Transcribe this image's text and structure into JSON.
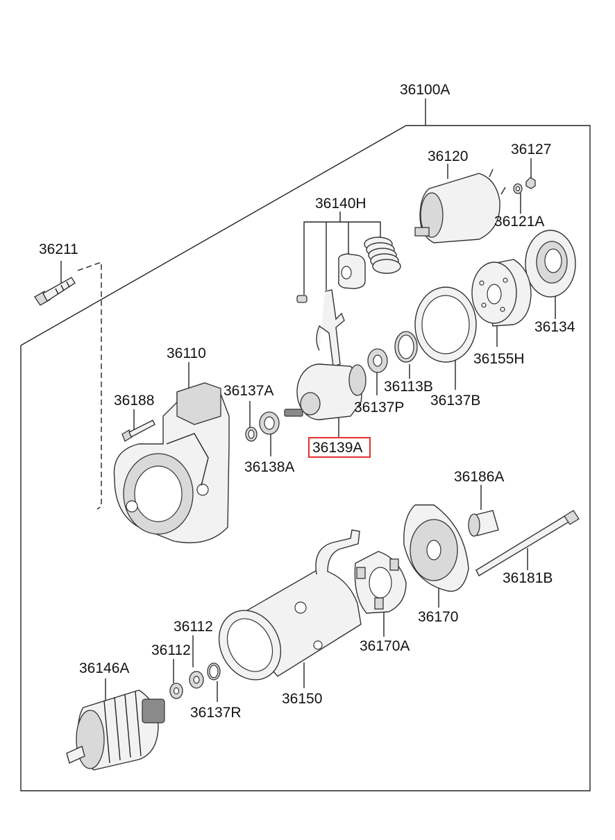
{
  "diagram": {
    "assembly_label": "36100A",
    "highlighted_part": "36139A",
    "highlight_color": "#e03030",
    "parts": [
      {
        "id": "p36100A",
        "label": "36100A"
      },
      {
        "id": "p36127",
        "label": "36127"
      },
      {
        "id": "p36120",
        "label": "36120"
      },
      {
        "id": "p36121A",
        "label": "36121A"
      },
      {
        "id": "p36140H",
        "label": "36140H"
      },
      {
        "id": "p36211",
        "label": "36211"
      },
      {
        "id": "p36134",
        "label": "36134"
      },
      {
        "id": "p36155H",
        "label": "36155H"
      },
      {
        "id": "p36110",
        "label": "36110"
      },
      {
        "id": "p36188",
        "label": "36188"
      },
      {
        "id": "p36137A",
        "label": "36137A"
      },
      {
        "id": "p36113B",
        "label": "36113B"
      },
      {
        "id": "p36137P",
        "label": "36137P"
      },
      {
        "id": "p36137B",
        "label": "36137B"
      },
      {
        "id": "p36139A",
        "label": "36139A"
      },
      {
        "id": "p36138A",
        "label": "36138A"
      },
      {
        "id": "p36186A",
        "label": "36186A"
      },
      {
        "id": "p36181B",
        "label": "36181B"
      },
      {
        "id": "p36170",
        "label": "36170"
      },
      {
        "id": "p36112a",
        "label": "36112"
      },
      {
        "id": "p36112b",
        "label": "36112"
      },
      {
        "id": "p36170A",
        "label": "36170A"
      },
      {
        "id": "p36146A",
        "label": "36146A"
      },
      {
        "id": "p36150",
        "label": "36150"
      },
      {
        "id": "p36137R",
        "label": "36137R"
      }
    ]
  }
}
